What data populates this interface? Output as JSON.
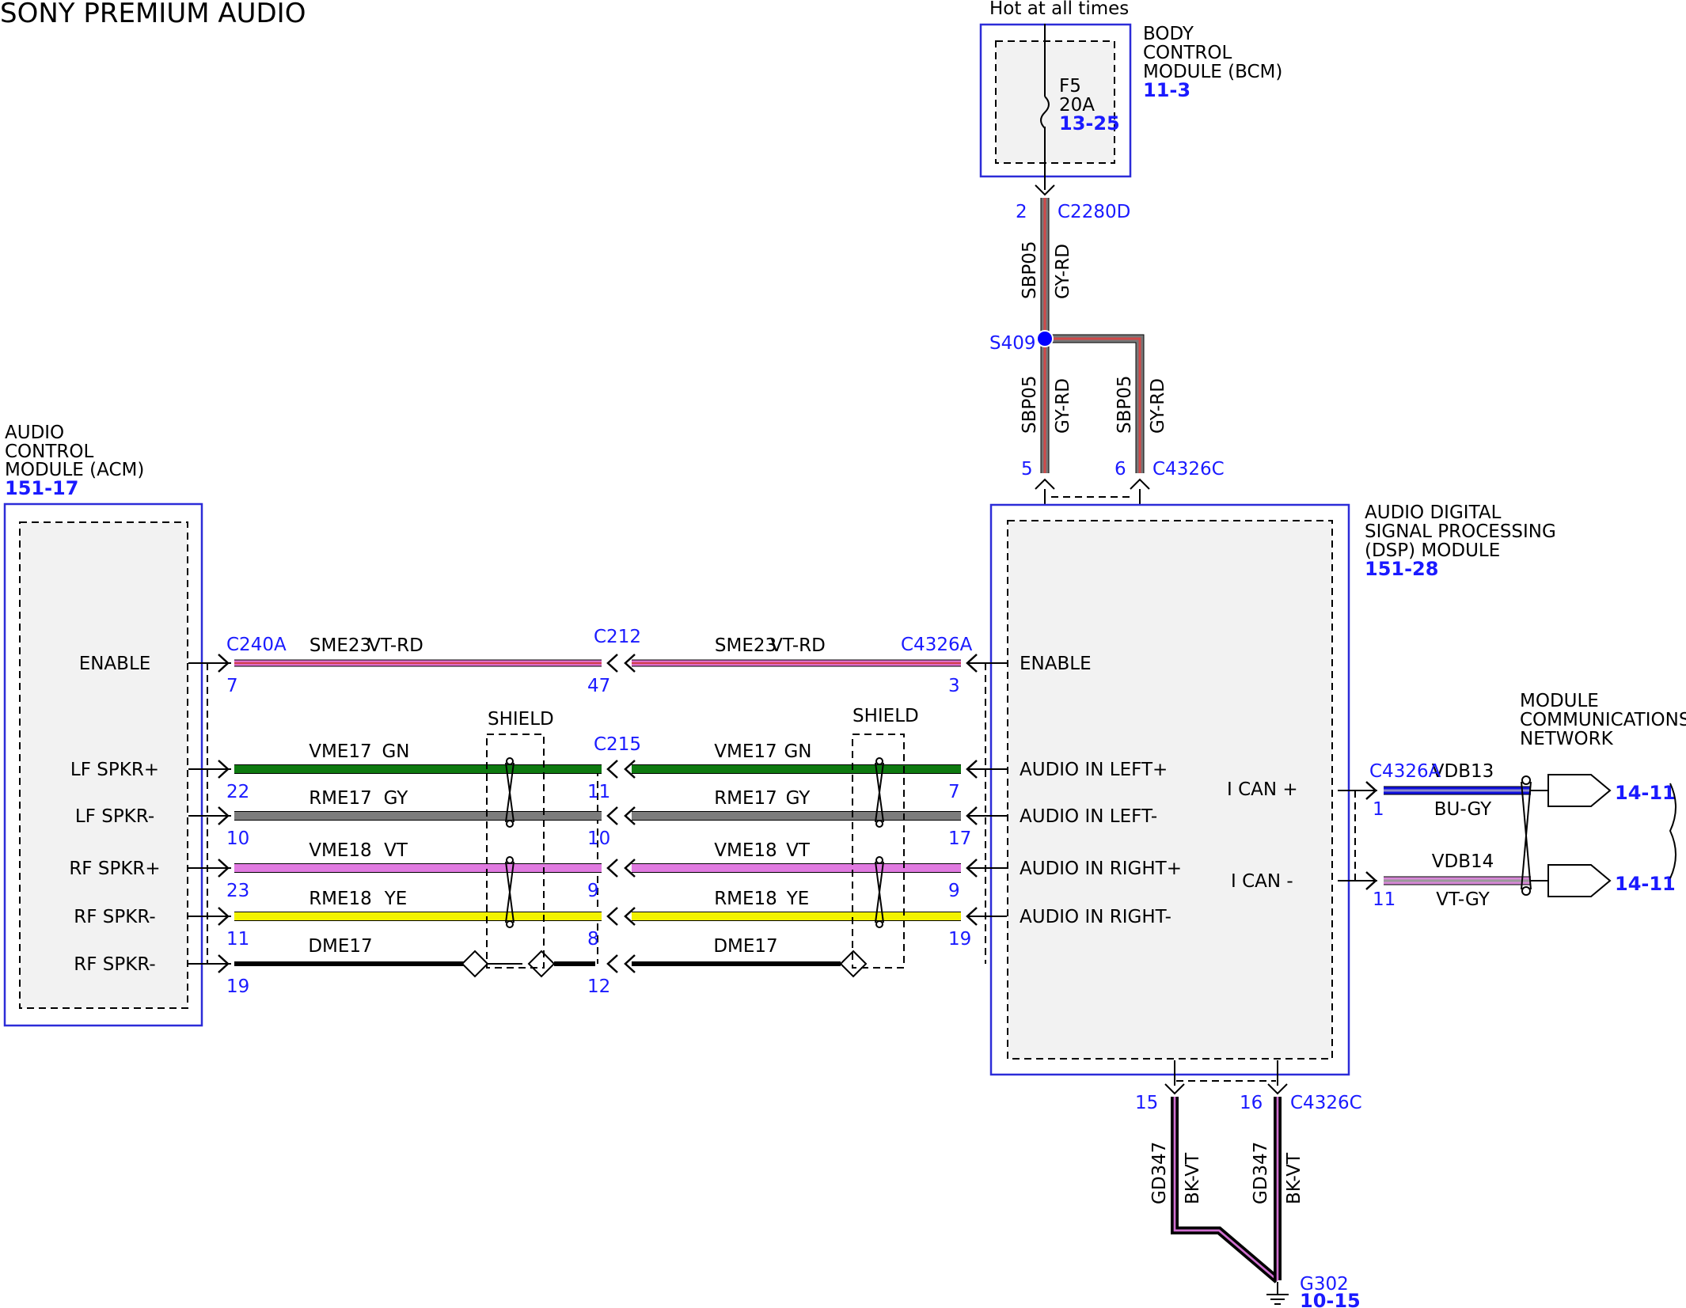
{
  "title": "SONY PREMIUM AUDIO",
  "hot_label": "Hot at all times",
  "bcm": {
    "name_lines": [
      "BODY",
      "CONTROL",
      "MODULE (BCM)"
    ],
    "ref": "11-3",
    "fuse_name": "F5",
    "fuse_rating": "20A",
    "fuse_ref": "13-25"
  },
  "acm": {
    "name_lines": [
      "AUDIO",
      "CONTROL",
      "MODULE (ACM)"
    ],
    "ref": "151-17",
    "terminals": [
      "ENABLE",
      "LF SPKR+",
      "LF SPKR-",
      "RF SPKR+",
      "RF SPKR-",
      "RF SPKR-"
    ]
  },
  "dsp": {
    "name_lines": [
      "AUDIO DIGITAL",
      "SIGNAL PROCESSING",
      "(DSP) MODULE"
    ],
    "ref": "151-28",
    "terminals": [
      "ENABLE",
      "AUDIO IN LEFT+",
      "AUDIO IN LEFT-",
      "AUDIO IN RIGHT+",
      "AUDIO IN RIGHT-"
    ],
    "can_high": "I CAN +",
    "can_low": "I CAN -"
  },
  "network": {
    "name_lines": [
      "MODULE",
      "COMMUNICATIONS",
      "NETWORK"
    ],
    "ref_high": "14-11",
    "ref_low": "14-11"
  },
  "connectors": {
    "c240a": "C240A",
    "c212": "C212",
    "c215": "C215",
    "c4326a_left": "C4326A",
    "c4326a_right": "C4326A",
    "c2280d": "C2280D",
    "c4326c_top": "C4326C",
    "c4326c_bottom": "C4326C",
    "splice": "S409",
    "ground": "G302",
    "ground_ref": "10-15"
  },
  "shield_labels": [
    "SHIELD",
    "SHIELD"
  ],
  "left_harness": {
    "wires": [
      {
        "circuit": "SME23",
        "color": "VT-RD",
        "pin_acm": "7",
        "pin_inline": "47"
      },
      {
        "circuit": "VME17",
        "color": "GN",
        "pin_acm": "22",
        "pin_inline": "11"
      },
      {
        "circuit": "RME17",
        "color": "GY",
        "pin_acm": "10",
        "pin_inline": "10"
      },
      {
        "circuit": "VME18",
        "color": "VT",
        "pin_acm": "23",
        "pin_inline": "9"
      },
      {
        "circuit": "RME18",
        "color": "YE",
        "pin_acm": "11",
        "pin_inline": "8"
      },
      {
        "circuit": "DME17",
        "color": "",
        "pin_acm": "19",
        "pin_inline": "12"
      }
    ]
  },
  "right_harness": {
    "wires": [
      {
        "circuit": "SME23",
        "color": "VT-RD",
        "pin_dsp": "3"
      },
      {
        "circuit": "VME17",
        "color": "GN",
        "pin_dsp": "7"
      },
      {
        "circuit": "RME17",
        "color": "GY",
        "pin_dsp": "17"
      },
      {
        "circuit": "VME18",
        "color": "VT",
        "pin_dsp": "9"
      },
      {
        "circuit": "RME18",
        "color": "YE",
        "pin_dsp": "19"
      },
      {
        "circuit": "DME17",
        "color": ""
      }
    ]
  },
  "power": {
    "circuit": "SBP05",
    "color": "GY-RD",
    "pin_c2280d": "2",
    "pin_a": "5",
    "pin_b": "6"
  },
  "can_wires": [
    {
      "circuit": "VDB13",
      "color": "BU-GY",
      "pin": "1"
    },
    {
      "circuit": "VDB14",
      "color": "VT-GY",
      "pin": "11"
    }
  ],
  "ground_wires": {
    "circuit": "GD347",
    "color": "BK-VT",
    "pin_a": "15",
    "pin_b": "16"
  },
  "wire_colors": {
    "vt_rd": "#e070d0",
    "vt_rd_stripe": "#d0404a",
    "gn": "#0e7a10",
    "gy": "#7c7c7c",
    "vt": "#e07ae0",
    "ye": "#f2f200",
    "bk": "#000000",
    "gy_rd_base": "#777777",
    "gy_rd_stripe": "#d04848",
    "bu": "#1010e0",
    "bu_gy_stripe": "#8c8cc8",
    "vt_gy_base": "#d888d8",
    "vt_gy_stripe": "#9a9a9a",
    "bk_vt_stripe": "#d070d0",
    "module_outline": "#2c2cd8",
    "connector_text": "#1a1aff",
    "splice_dot": "#0000ff"
  }
}
